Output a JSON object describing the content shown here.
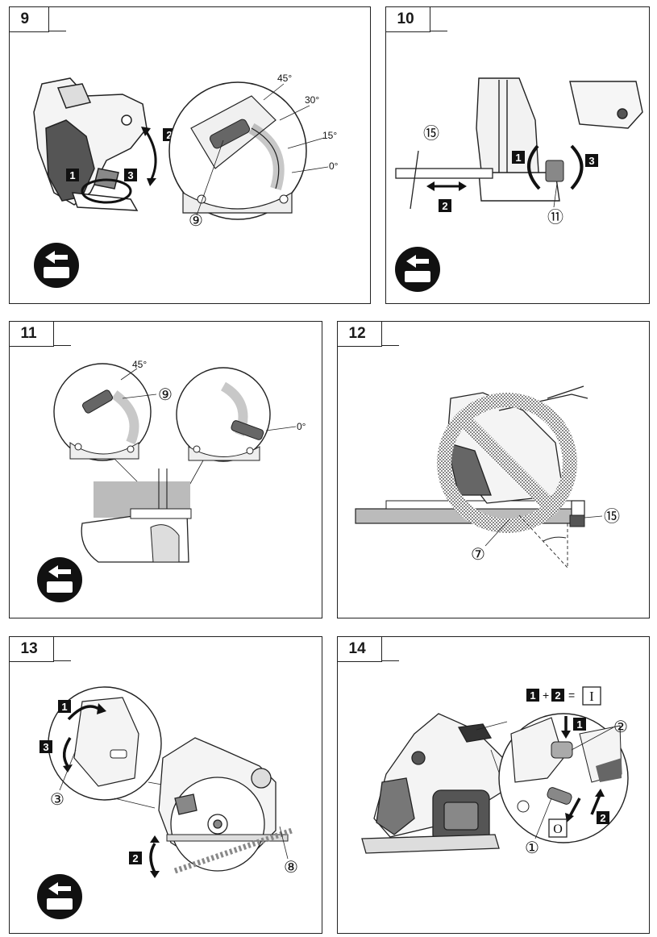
{
  "panels": {
    "p9": {
      "number": "9",
      "angles": [
        "45°",
        "30°",
        "15°",
        "0°"
      ],
      "steps": [
        "1",
        "2",
        "3"
      ],
      "callout": "⑨"
    },
    "p10": {
      "number": "10",
      "steps": [
        "1",
        "2",
        "3"
      ],
      "callouts": [
        "⑮",
        "⑪"
      ]
    },
    "p11": {
      "number": "11",
      "angles": [
        "45°",
        "0°"
      ],
      "callout": "⑨"
    },
    "p12": {
      "number": "12",
      "callouts": [
        "⑮",
        "⑦"
      ]
    },
    "p13": {
      "number": "13",
      "steps": [
        "1",
        "2",
        "3"
      ],
      "callouts": [
        "③",
        "⑧"
      ]
    },
    "p14": {
      "number": "14",
      "steps": [
        "1",
        "2"
      ],
      "formula_plus": "+",
      "formula_equals": "=",
      "on_symbol": "I",
      "off_symbol": "O",
      "callouts": [
        "②",
        "①"
      ]
    }
  },
  "icons": {
    "battery_remove": "battery-remove-icon"
  }
}
